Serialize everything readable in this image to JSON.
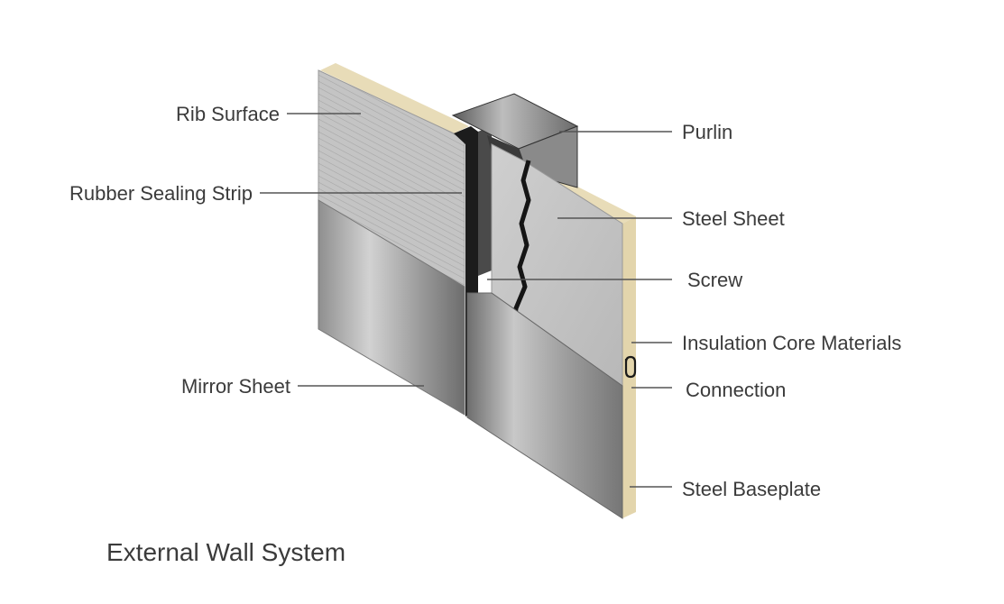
{
  "diagram": {
    "title": "External Wall System",
    "labels": {
      "rib_surface": "Rib Surface",
      "rubber_sealing_strip": "Rubber Sealing Strip",
      "mirror_sheet": "Mirror Sheet",
      "purlin": "Purlin",
      "steel_sheet": "Steel Sheet",
      "screw": "Screw",
      "insulation_core": "Insulation Core Materials",
      "connection": "Connection",
      "steel_baseplate": "Steel Baseplate"
    }
  }
}
